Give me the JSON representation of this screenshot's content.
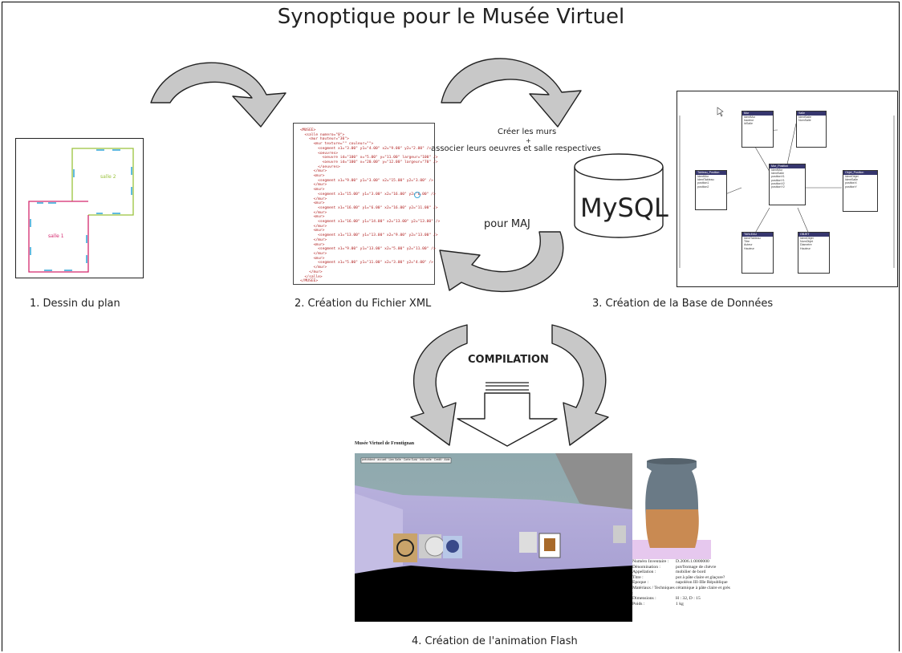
{
  "title": "Synoptique pour le Musée Virtuel",
  "steps": {
    "plan": "1. Dessin du plan",
    "xml": "2. Création du Fichier XML",
    "db": "3. Création de la Base de Données",
    "flash": "4. Création de l'animation Flash"
  },
  "plan_rooms": {
    "room1": "salle 1",
    "room2": "salle 2"
  },
  "labels": {
    "create_walls": "Créer les murs",
    "plus": "+",
    "associate": "associer leurs oeuvres et salle respectives",
    "mysql": "MySQL",
    "update": "pour MAJ",
    "compilation": "COMPILATION"
  },
  "xml_lines": [
    "<MUSEE>",
    "  <salle numero=\"0\">",
    "    <mur hauteur=\"30\">",
    "      <mur texture=\"\" couleur=\"\">",
    "        <segment x1=\"3.00\" y1=\"4.00\" x2=\"9.00\" y2=\"2.00\" />",
    "        <oeuvres>",
    "          <oeuvre id=\"100\" x=\"5.00\" y=\"11.00\" largeur=\"100\" />",
    "          <oeuvre id=\"100\" x=\"20.00\" y=\"12.00\" largeur=\"70\" />",
    "        </oeuvres>",
    "      </mur>",
    "      <mur>",
    "        <segment x1=\"9.00\" y1=\"3.00\" x2=\"15.00\" y2=\"3.00\" />",
    "      </mur>",
    "      <mur>",
    "        <segment x1=\"15.00\" y1=\"3.00\" x2=\"16.00\" y2=\"6.00\" />",
    "      </mur>",
    "      <mur>",
    "        <segment x1=\"16.00\" y1=\"6.00\" x2=\"16.00\" y2=\"11.00\" />",
    "      </mur>",
    "      <mur>",
    "        <segment x1=\"16.00\" y1=\"14.00\" x2=\"13.00\" y2=\"13.00\" />",
    "      </mur>",
    "      <mur>",
    "        <segment x1=\"13.00\" y1=\"13.00\" x2=\"9.00\" y2=\"13.00\" />",
    "      </mur>",
    "      <mur>",
    "        <segment x1=\"9.00\" y1=\"13.00\" x2=\"5.00\" y2=\"11.00\" />",
    "      </mur>",
    "      <mur>",
    "        <segment x1=\"5.00\" y1=\"11.00\" x2=\"3.00\" y2=\"4.00\" />",
    "      </mur>",
    "    </mur>",
    "  </salle>",
    "</MUSEE>"
  ],
  "db_tables": [
    {
      "name": "Mur",
      "fields": [
        "IdentMur",
        "hauteur",
        "IdSalle"
      ]
    },
    {
      "name": "Salle",
      "fields": [
        "IdentSalle",
        "NomSalle"
      ]
    },
    {
      "name": "Tableau_Position",
      "fields": [
        "IdentMur",
        "IdentTableau",
        "position1",
        "position2"
      ]
    },
    {
      "name": "Mur_Position",
      "fields": [
        "IdentMur",
        "IdentSalle",
        "positionX1",
        "positionY1",
        "positionX2",
        "positionY2"
      ]
    },
    {
      "name": "Objet_Position",
      "fields": [
        "IdentObjet",
        "IdentSalle",
        "positionX",
        "positionY"
      ]
    },
    {
      "name": "TABLEAU",
      "fields": [
        "IdentTableau",
        "Titre",
        "Auteur",
        "Hauteur"
      ]
    },
    {
      "name": "OBJET",
      "fields": [
        "IdentObjet",
        "NomObjet",
        "Diametre",
        "Hauteur"
      ]
    }
  ],
  "flash": {
    "window_title": "Musée Virtuel de Frontignan",
    "toolbar_text": "précédent · accueil · Lien Salle · Carte Suivi · Info salle · Credit · Aide",
    "info": [
      {
        "k": "Numéro Inventaire :",
        "v": "D.2006.1.0000000"
      },
      {
        "k": "Dénomination :",
        "v": "pot/fromage de chèvre"
      },
      {
        "k": "Appellation :",
        "v": "mobilier de bord"
      },
      {
        "k": "Titre :",
        "v": "pot à pâte claire et glaçure?"
      },
      {
        "k": "Epoque :",
        "v": "napoléon III-IIIe République"
      },
      {
        "k": "Matériaux / Techniques :",
        "v": "céramique à pâte claire et grès"
      },
      {
        "k": "Dimensions :",
        "v": "H : 32, D : 15"
      },
      {
        "k": "Poids :",
        "v": "1 kg"
      }
    ]
  },
  "colors": {
    "arrow_fill": "#c8c8c8",
    "room1": "#d4286e",
    "room2": "#9ac23c",
    "door": "#3aa8d8",
    "db_header": "#36366e"
  }
}
